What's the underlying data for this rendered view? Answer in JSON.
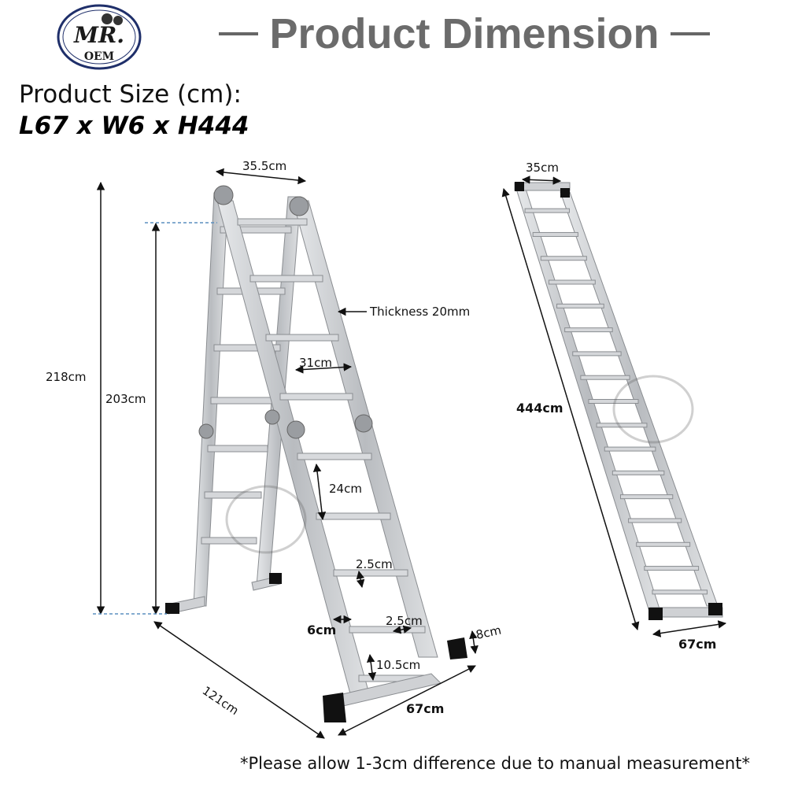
{
  "brand": {
    "logo_text_top": "MR.",
    "logo_text_bottom": "OEM"
  },
  "header": {
    "title": "Product Dimension"
  },
  "product": {
    "size_label": "Product Size (cm):",
    "size_value": "L67 x W6 x H444"
  },
  "dimensions": {
    "top_width": "35.5cm",
    "height_total": "218cm",
    "height_step": "203cm",
    "thickness": "Thickness 20mm",
    "rung_width": "31cm",
    "rung_spacing": "24cm",
    "rung_depth": "2.5cm",
    "rail_width": "6cm",
    "foot_gap": "2.5cm",
    "foot_height": "8cm",
    "foot_length": "10.5cm",
    "base_depth": "121cm",
    "base_width": "67cm",
    "straight_top_width": "35cm",
    "straight_length": "444cm",
    "straight_base_width": "67cm"
  },
  "footer": {
    "note": "*Please allow 1-3cm difference due to manual measurement*"
  },
  "colors": {
    "title": "#6b6b6b",
    "ladder": "#c9ccd0",
    "ladder_edge": "#8a8d91",
    "feet": "#111111",
    "logo_ring": "#1f2f6a"
  }
}
